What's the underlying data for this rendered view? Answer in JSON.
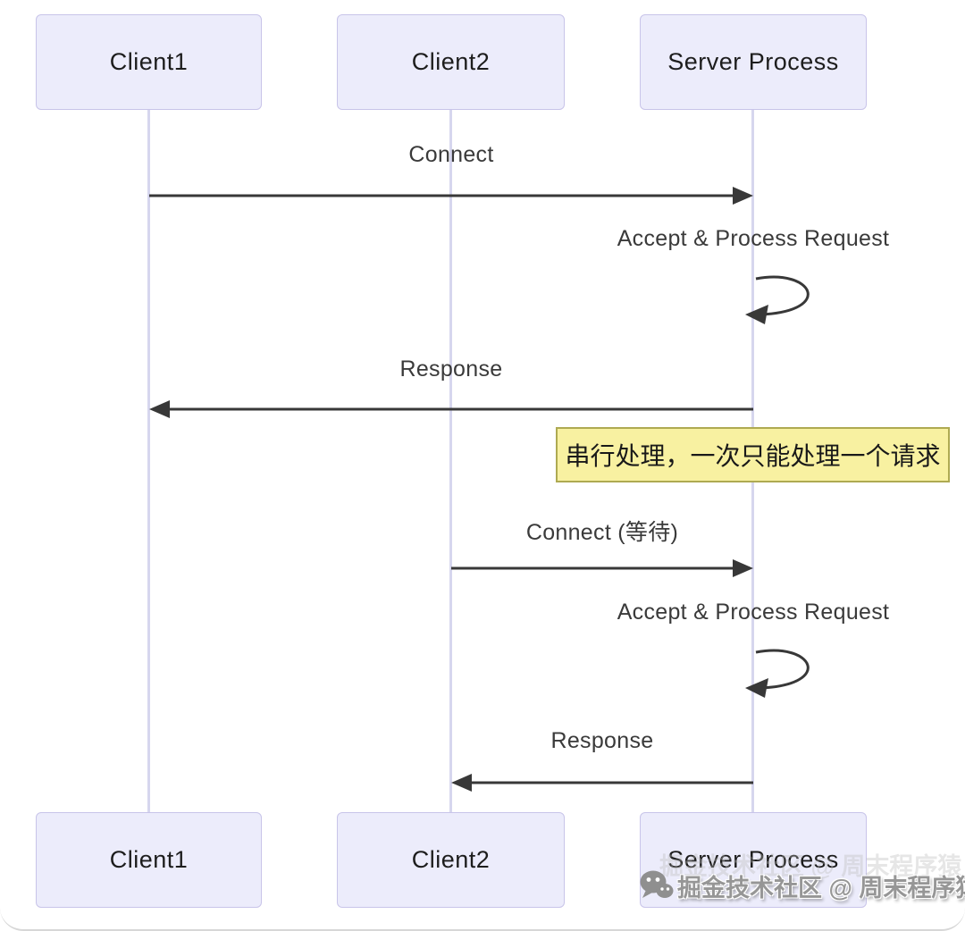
{
  "diagram": {
    "type": "sequence",
    "actors": [
      {
        "id": "client1",
        "label": "Client1"
      },
      {
        "id": "client2",
        "label": "Client2"
      },
      {
        "id": "server",
        "label": "Server Process"
      }
    ],
    "messages": [
      {
        "label": "Connect",
        "from": "Client1",
        "to": "Server Process",
        "kind": "arrow"
      },
      {
        "label": "Accept & Process Request",
        "actor": "Server Process",
        "kind": "self-loop"
      },
      {
        "label": "Response",
        "from": "Server Process",
        "to": "Client1",
        "kind": "arrow"
      },
      {
        "label": "Connect (等待)",
        "from": "Client2",
        "to": "Server Process",
        "kind": "arrow"
      },
      {
        "label": "Accept & Process Request",
        "actor": "Server Process",
        "kind": "self-loop"
      },
      {
        "label": "Response",
        "from": "Server Process",
        "to": "Client2",
        "kind": "arrow"
      }
    ],
    "note": {
      "text": "串行处理，一次只能处理一个请求"
    },
    "colors": {
      "actor_fill": "#ECECFB",
      "actor_border": "#C8C4E9",
      "lifeline": "#D6D6EE",
      "arrow": "#383838",
      "note_fill": "#F8F1A1",
      "note_border": "#AEAA52",
      "text": "#3a3a3a"
    }
  },
  "watermark": {
    "text": "掘金技术社区 @ 周末程序猿",
    "icon": "wechat-icon"
  }
}
